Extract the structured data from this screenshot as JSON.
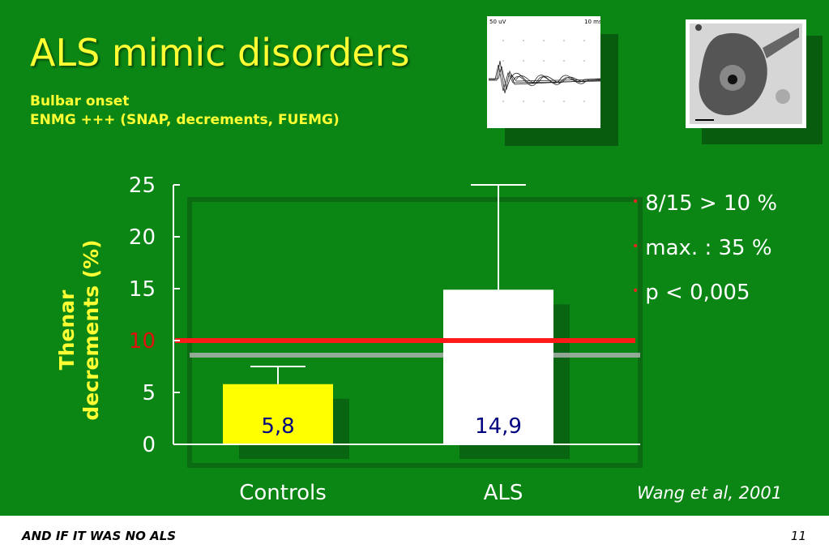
{
  "slide": {
    "title": "ALS mimic disorders",
    "subtitle_line1": "Bulbar onset",
    "subtitle_line2": "ENMG +++ (SNAP, decrements, FUEMG)",
    "emg_scale_left": "50 uV",
    "emg_scale_right": "10 ms",
    "bullets": [
      "8/15 > 10 %",
      "max. : 35 %",
      "p < 0,005"
    ],
    "citation": "Wang et al, 2001",
    "footer_text": "AND IF IT WAS NO ALS",
    "page_number": "11"
  },
  "colors": {
    "background": "#0b8514",
    "title": "#ffff33",
    "controls_bar": "#ffff00",
    "als_bar": "#ffffff",
    "threshold_line": "#ff1a1a",
    "value_label": "#000080"
  },
  "chart_data": {
    "type": "bar",
    "categories": [
      "Controls",
      "ALS"
    ],
    "values": [
      5.8,
      14.9
    ],
    "value_labels": [
      "5,8",
      "14,9"
    ],
    "error_upper": [
      7.5,
      25
    ],
    "ylabel": "Thenar decrements (%)",
    "ylim": [
      0,
      25
    ],
    "yticks": [
      0,
      5,
      10,
      15,
      20,
      25
    ],
    "threshold": 10,
    "grid": false
  }
}
